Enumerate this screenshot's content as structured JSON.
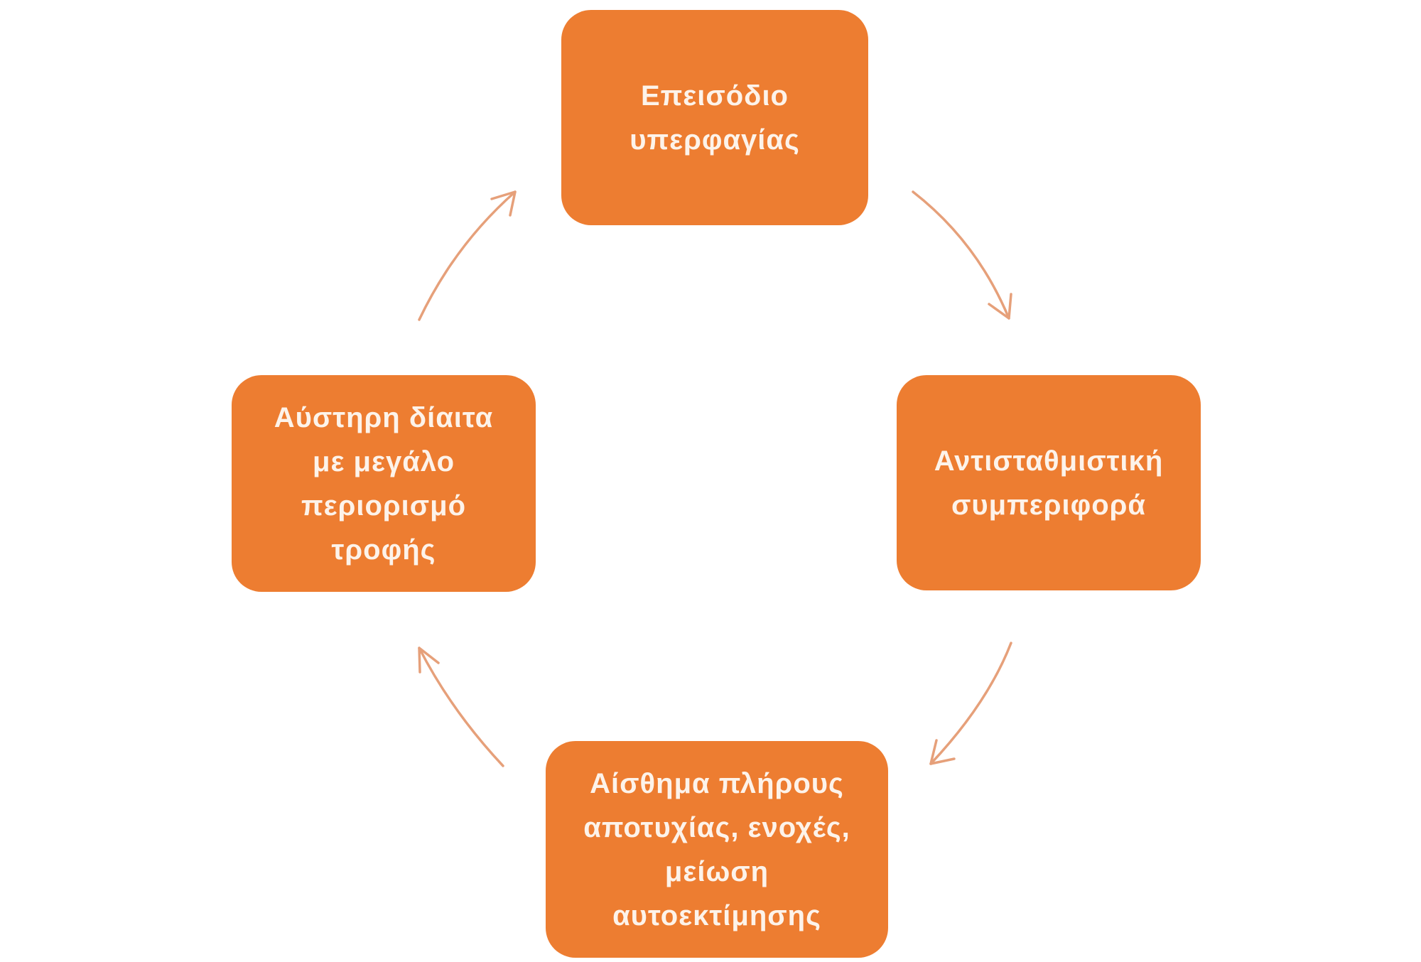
{
  "colors": {
    "node_fill": "#ed7d31",
    "node_text": "#fdf3ea",
    "arrow": "#e6a07a"
  },
  "nodes": [
    {
      "id": "binge-episode",
      "lines": [
        "Επεισόδιο",
        "υπερφαγίας"
      ]
    },
    {
      "id": "compensatory-behavior",
      "lines": [
        "Αντισταθμιστική",
        "συμπεριφορά"
      ]
    },
    {
      "id": "failure-guilt",
      "lines": [
        "Αίσθημα πλήρους",
        "αποτυχίας, ενοχές,",
        "μείωση",
        "αυτοεκτίμησης"
      ]
    },
    {
      "id": "strict-diet",
      "lines": [
        "Αύστηρη δίαιτα",
        "με μεγάλο",
        "περιορισμό",
        "τροφής"
      ]
    }
  ],
  "flow": [
    "binge-episode",
    "compensatory-behavior",
    "failure-guilt",
    "strict-diet",
    "binge-episode"
  ]
}
